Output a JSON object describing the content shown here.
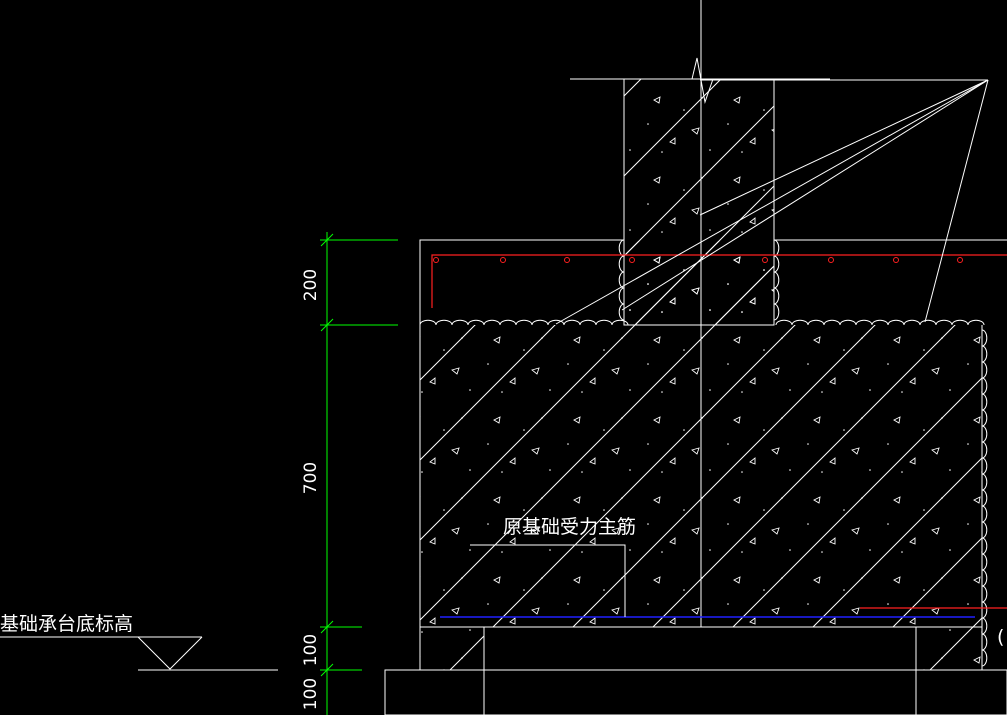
{
  "drawing": {
    "background": "#000000",
    "line_color": "#ffffff",
    "dimension_color": "#00ff00",
    "rebar_top_color": "#ff2020",
    "rebar_bottom_color": "#2020ff",
    "dimensions": {
      "d200": "200",
      "d700": "700",
      "d100a": "100",
      "d100b": "100"
    },
    "labels": {
      "main_rebar": "原基础受力主筋",
      "cap_bottom_elevation": "基础承台底标高"
    }
  }
}
